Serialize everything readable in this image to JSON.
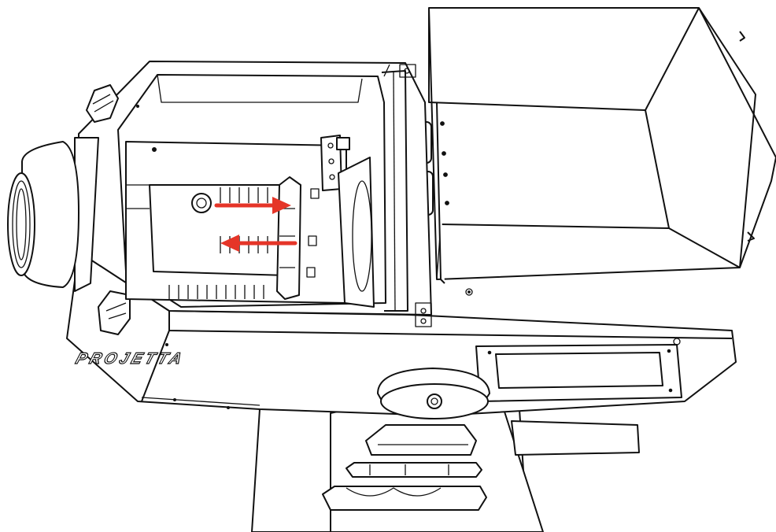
{
  "brand": {
    "logo_text": "PROJETTA"
  },
  "colors": {
    "line": "#111111",
    "fill": "#ffffff",
    "arrow": "#e53528"
  },
  "arrows": [
    {
      "direction": "right"
    },
    {
      "direction": "left"
    }
  ]
}
